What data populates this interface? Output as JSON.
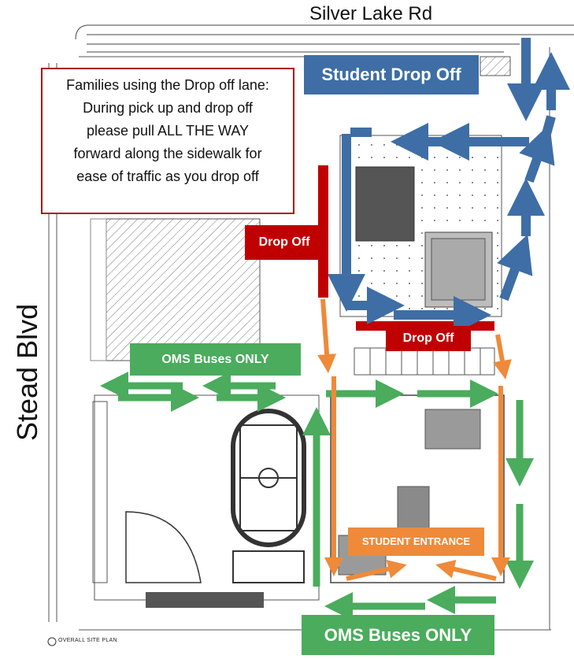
{
  "roads": {
    "north": "Silver Lake Rd",
    "west": "Stead Blvd"
  },
  "notice": {
    "lines": [
      "Families using the Drop off lane:",
      "During pick up and drop off",
      "please pull ALL THE WAY",
      "forward along the sidewalk for",
      "ease of traffic as you drop off"
    ]
  },
  "labels": {
    "student_drop_off": "Student Drop Off",
    "drop_off_left": "Drop Off",
    "drop_off_right": "Drop Off",
    "oms_buses_upper": "OMS Buses ONLY",
    "oms_buses_lower": "OMS Buses ONLY",
    "student_entrance": "STUDENT ENTRANCE"
  },
  "plan_caption": "OVERALL SITE PLAN",
  "colors": {
    "student_route": "#3e6ea5",
    "drop_off_zone": "#c00000",
    "bus_route": "#4aac5c",
    "walking_route": "#ee8a3a",
    "notice_border": "#b01010"
  }
}
